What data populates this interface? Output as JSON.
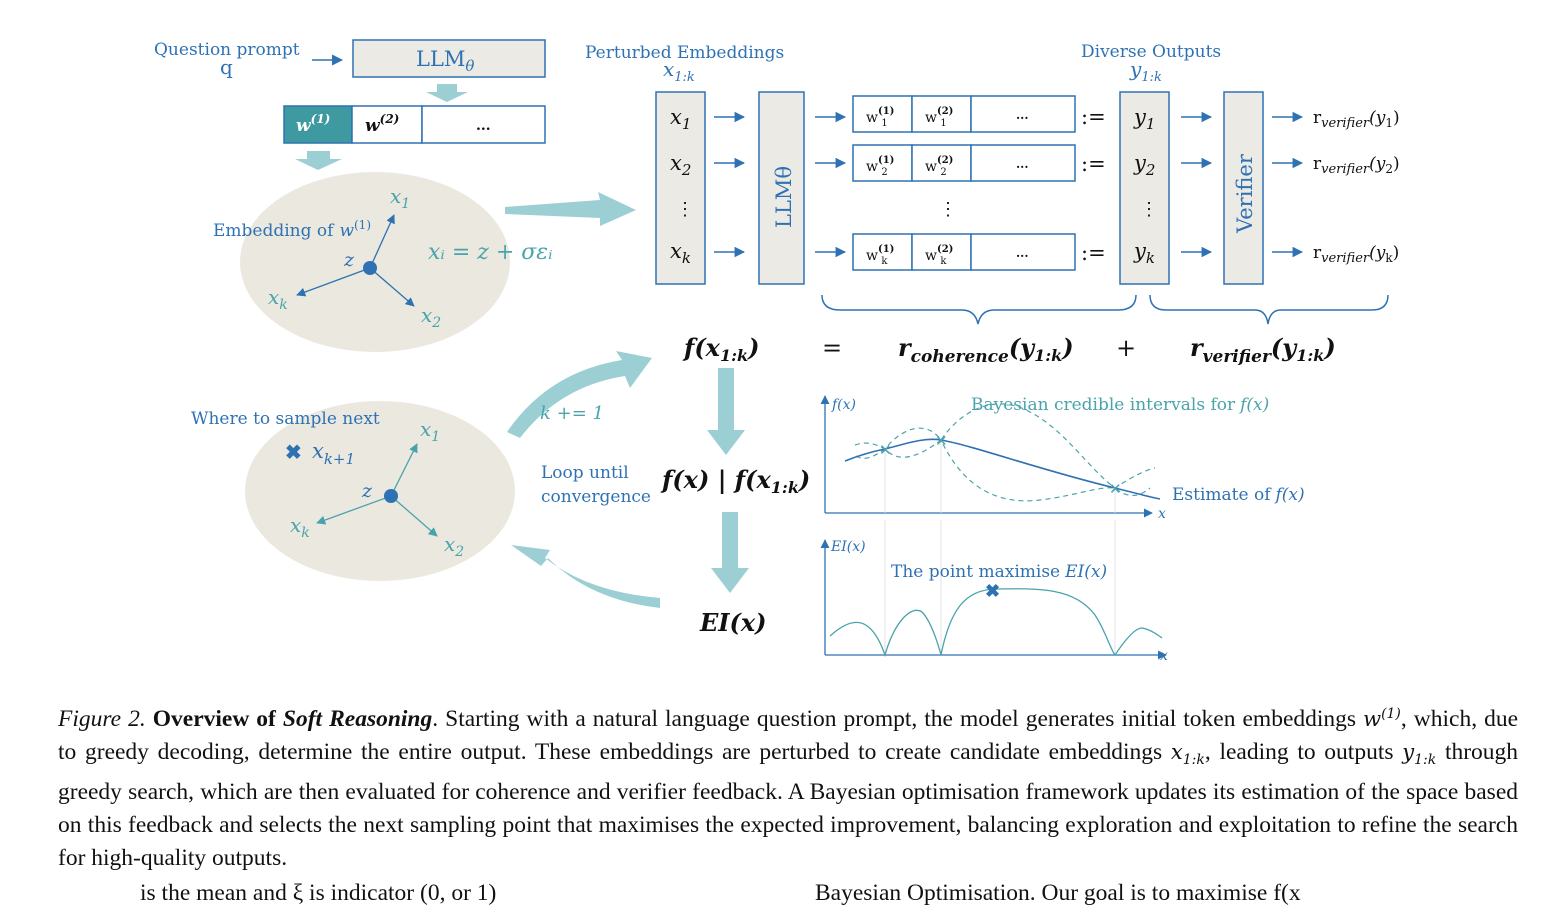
{
  "figure": {
    "top_left": {
      "question_prompt": "Question prompt",
      "q": "q",
      "llm": "LLM",
      "llm_sub": "θ",
      "tokens": [
        "w",
        "w",
        "..."
      ],
      "token_sups": [
        "(1)",
        "(2)"
      ],
      "embedding_label": "Embedding of",
      "embedding_w": "w",
      "embedding_w_sup": "(1)",
      "z": "z",
      "x1": "x",
      "x1_sub": "1",
      "x2": "x",
      "x2_sub": "2",
      "xk": "x",
      "xk_sub": "k",
      "equation": "xᵢ = z +  σεᵢ"
    },
    "pipeline": {
      "perturbed_title": "Perturbed Embeddings",
      "perturbed_sub": "x",
      "perturbed_sub_idx": "1:k",
      "inputs": [
        {
          "base": "x",
          "sub": "1"
        },
        {
          "base": "x",
          "sub": "2"
        },
        {
          "base": "⋮",
          "sub": ""
        },
        {
          "base": "x",
          "sub": "k"
        }
      ],
      "llm_vertical": "LLMθ",
      "rows": [
        {
          "c1": "w",
          "c1_sub": "1",
          "c2": "w",
          "c2_sub": "1",
          "c3": "..."
        },
        {
          "c1": "w",
          "c1_sub": "2",
          "c2": "w",
          "c2_sub": "2",
          "c3": "..."
        },
        {
          "c1": "w",
          "c1_sub": "k",
          "c2": "w",
          "c2_sub": "k",
          "c3": "..."
        }
      ],
      "row_sups": [
        "(1)",
        "(2)"
      ],
      "row_dots": "⋮",
      "assign": ":=",
      "diverse_title": "Diverse Outputs",
      "diverse_sub": "y",
      "diverse_sub_idx": "1:k",
      "outputs": [
        {
          "base": "y",
          "sub": "1"
        },
        {
          "base": "y",
          "sub": "2"
        },
        {
          "base": "⋮",
          "sub": ""
        },
        {
          "base": "y",
          "sub": "k"
        }
      ],
      "verifier": "Verifier",
      "rewards": [
        {
          "r": "r",
          "sub": "verifier",
          "arg": "(y",
          "arg_sub": "1",
          "close": ")"
        },
        {
          "r": "r",
          "sub": "verifier",
          "arg": "(y",
          "arg_sub": "2",
          "close": ")"
        },
        {
          "r": "r",
          "sub": "verifier",
          "arg": "(y",
          "arg_sub": "k",
          "close": ")"
        }
      ]
    },
    "objective": {
      "f": "f(x",
      "f_sub": "1:k",
      "f_close": ")",
      "equals": "=",
      "coh": "r",
      "coh_sub": "coherence",
      "coh_arg": "(y",
      "coh_arg_sub": "1:k",
      "coh_close": ")",
      "plus": "+",
      "ver": "r",
      "ver_sub": "verifier",
      "ver_arg": "(y",
      "ver_arg_sub": "1:k",
      "ver_close": ")"
    },
    "bo": {
      "k_increment": "k += 1",
      "loop_line1": "Loop until",
      "loop_line2": "convergence",
      "posterior": "f(x) | f(x",
      "posterior_sub": "1:k",
      "posterior_close": ")",
      "ei": "EI(x)",
      "sample_title": "Where to sample next",
      "x_next": "x",
      "x_next_sub": "k+1",
      "z": "z",
      "x1": "x",
      "x1_sub": "1",
      "x2": "x",
      "x2_sub": "2",
      "xk": "x",
      "xk_sub": "k"
    },
    "plots": {
      "top_ylabel": "f(x)",
      "top_xlabel": "x",
      "bayesian_label": "Bayesian credible intervals for",
      "bayesian_fx": "f(x)",
      "estimate_label": "Estimate of",
      "estimate_fx": "f(x)",
      "bottom_ylabel": "EI(x)",
      "bottom_xlabel": "x",
      "maximise_label": "The point maximise",
      "maximise_ei": "EI(x)"
    }
  },
  "caption": {
    "label": "Figure 2.",
    "title_a": "Overview of",
    "title_b": "Soft Reasoning",
    "s1": ". Starting with a natural language question prompt, the model generates initial token embeddings",
    "w": "w",
    "w_sup": "(1)",
    "s2": ", which, due to greedy decoding, determine the entire output. These embeddings are perturbed to create candidate embeddings",
    "x": "x",
    "x_sub": "1:k",
    "s3": ",",
    "s4": "leading to outputs",
    "y": "y",
    "y_sub": "1:k",
    "s5": "through greedy search, which are then evaluated for coherence and verifier feedback. A Bayesian optimisation framework updates its estimation of the space based on this feedback and selects the next sampling point that maximises the expected improvement, balancing exploration and exploitation to refine the search for high-quality outputs."
  },
  "cutoff": {
    "left": "is the mean and  ξ is indicator (0, or 1)",
    "right": "Bayesian Optimisation. Our goal is to maximise  f(x"
  },
  "colors": {
    "blue": "#2e72b3",
    "teal": "#4aa3ab",
    "arrow_light": "#9ccfd4",
    "box_fill": "#eceae4",
    "ellipse_fill": "#ebe8e0",
    "token_fill": "#3e9aa0"
  }
}
